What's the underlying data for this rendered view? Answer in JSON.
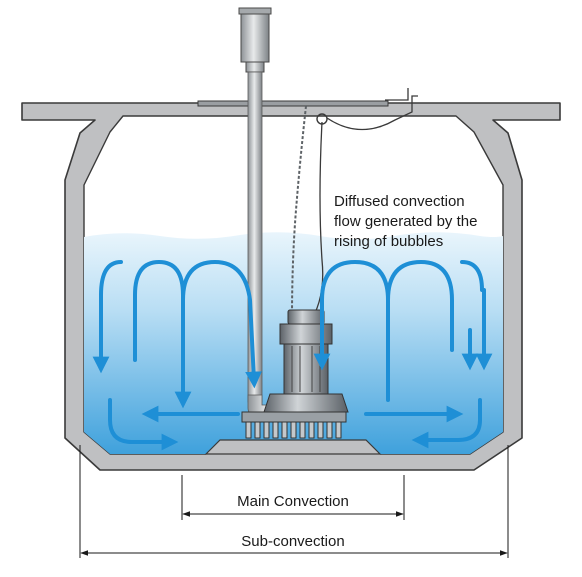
{
  "annotation": {
    "line1": "Diffused convection",
    "line2": "flow generated by the",
    "line3": "rising of bubbles"
  },
  "dimensions": {
    "main": "Main Convection",
    "sub": "Sub-convection"
  },
  "colors": {
    "tank_wall": "#bfc0c2",
    "tank_outline": "#3a3a3a",
    "water_top": "#e6f3fb",
    "water_bottom": "#3fa3dc",
    "flow_arrow": "#1e8fd6",
    "pump_body": "#8a9096"
  }
}
